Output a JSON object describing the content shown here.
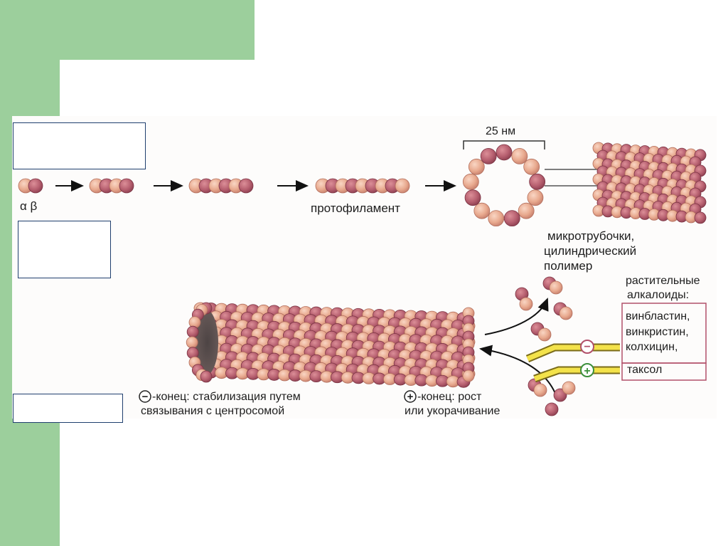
{
  "labels": {
    "alpha_beta": "α β",
    "protofilament": "протофиламент",
    "diameter": "25 нм",
    "microtubule_line1": "микротрубочки,",
    "microtubule_line2": "цилиндрический",
    "microtubule_line3": "полимер",
    "alkaloids_line1": "растительные",
    "alkaloids_line2": "алкалоиды:",
    "drug_vinblastine": "винбластин,",
    "drug_vincristine": "винкристин,",
    "drug_colchicine": "колхицин,",
    "drug_taxol": "таксол",
    "minus_end_line1": "-конец: стабилизация путем",
    "minus_end_line2": "связывания с центросомой",
    "plus_end_line1": "-конец: рост",
    "plus_end_line2": "или укорачивание",
    "minus_sign": "−",
    "plus_sign": "+"
  },
  "colors": {
    "alpha": "#e8a98e",
    "beta": "#b65f6f",
    "arrow_yellow": "#f3e24a",
    "green_background": "#9ccf9c",
    "box_border": "#1f3f6e",
    "drug_box_border": "#b2506a"
  }
}
